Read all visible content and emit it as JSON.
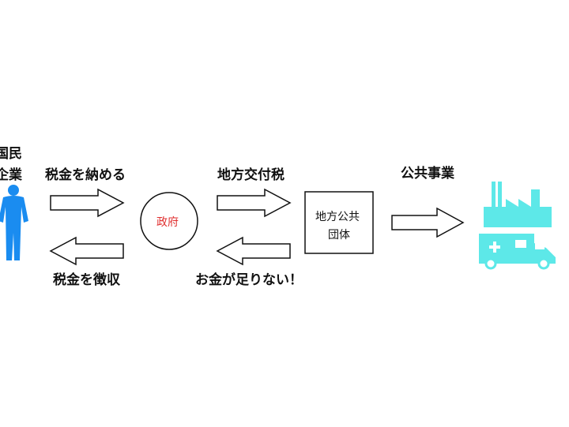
{
  "colors": {
    "person": "#1a8cf0",
    "public_works": "#5de8e8",
    "government_text": "#e03030",
    "stroke": "#111111"
  },
  "citizens": {
    "line1": "国民",
    "line2": "企業",
    "icon": "person-icon"
  },
  "arrows": {
    "pay_tax": "税金を納める",
    "collect_tax": "税金を徴収",
    "local_grant": "地方交付税",
    "not_enough": "お金が足りない！",
    "public_works": "公共事業"
  },
  "government": {
    "label": "政府"
  },
  "local_gov": {
    "line1": "地方公共",
    "line2": "団体"
  },
  "public_works_icons": [
    "factory-icon",
    "ambulance-icon"
  ]
}
